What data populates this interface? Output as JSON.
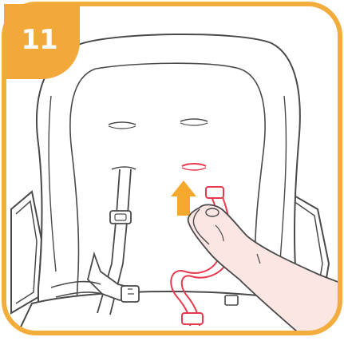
{
  "step": {
    "number": "11"
  },
  "colors": {
    "frame": "#f2ad3c",
    "badge": "#f3a83a",
    "arrow": "#f4a82d",
    "strap": "#e83a4f",
    "skin": "#fce6e3",
    "line": "#4a4a4a",
    "seat_fill": "#ffffff"
  },
  "icons": [
    "step-badge",
    "up-arrow-icon",
    "hand",
    "harness-strap",
    "seat-slot"
  ]
}
